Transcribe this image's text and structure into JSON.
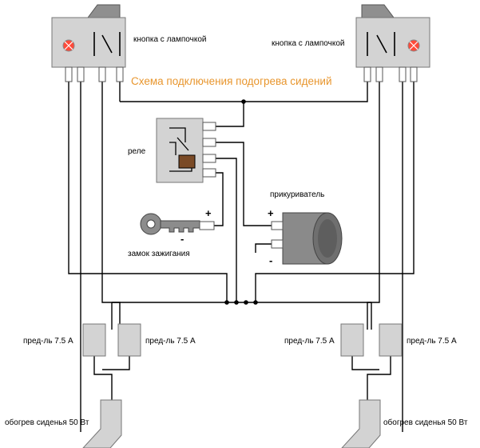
{
  "title": "Схема подключения подогрева сидений",
  "labels": {
    "button_left": "кнопка с лампочкой",
    "button_right": "кнопка с лампочкой",
    "relay": "реле",
    "lighter": "прикуриватель",
    "ignition": "замок зажигания",
    "fuse_1": "пред-ль 7.5 А",
    "fuse_2": "пред-ль 7.5 А",
    "fuse_3": "пред-ль 7.5 А",
    "fuse_4": "пред-ль 7.5 А",
    "heater_left": "обогрев сиденья 50 Вт",
    "heater_right": "обогрев сиденья 50 Вт"
  },
  "signs": {
    "ignition_plus": "+",
    "ignition_minus": "-",
    "lighter_plus": "+",
    "lighter_minus": "-"
  },
  "colors": {
    "title": "#e8962e",
    "button_body": "#d3d3d3",
    "button_cap": "#8f8f8f",
    "lamp": "#ff4a3a",
    "relay_coil": "#7a4a26",
    "wire": "#000000"
  }
}
